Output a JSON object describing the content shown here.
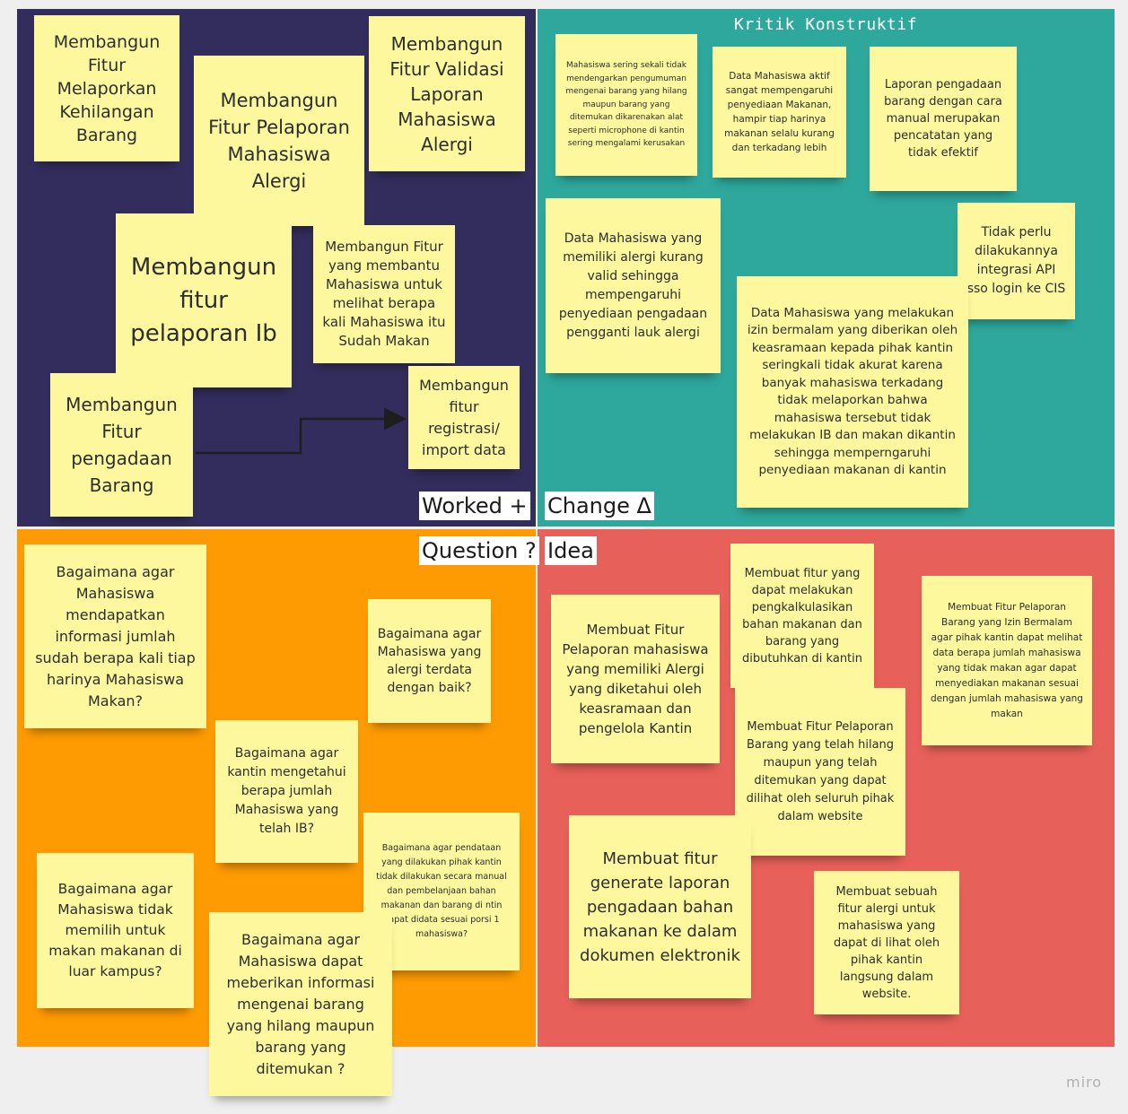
{
  "board": {
    "quadrants": {
      "worked": {
        "label": "Worked  +",
        "color": "#322d5c"
      },
      "change": {
        "label": "Change Δ",
        "title": "Kritik Konstruktif",
        "color": "#2ea89c"
      },
      "question": {
        "label": "Question ?",
        "color": "#fe9b02"
      },
      "idea": {
        "label": "Idea",
        "color": "#e8605a"
      }
    },
    "note_color": "#fdf79e",
    "watermark": "miro"
  },
  "worked_notes": [
    "Membangun Fitur Melaporkan Kehilangan Barang",
    "Membangun Fitur Pelaporan Mahasiswa Alergi",
    "Membangun Fitur Validasi Laporan Mahasiswa Alergi",
    "Membangun fitur pelaporan Ib",
    "Membangun Fitur yang membantu Mahasiswa untuk melihat berapa kali Mahasiswa itu Sudah Makan",
    "Membangun Fitur pengadaan Barang",
    "Membangun fitur registrasi/ import data"
  ],
  "change_notes": [
    "Mahasiswa sering sekali tidak mendengarkan pengumuman mengenai barang yang hilang maupun barang yang ditemukan dikarenakan alat seperti microphone di kantin sering mengalami kerusakan",
    "Data Mahasiswa aktif sangat mempengaruhi penyediaan Makanan, hampir tiap harinya makanan selalu kurang dan terkadang lebih",
    "Laporan pengadaan barang dengan cara manual merupakan pencatatan yang tidak efektif",
    "Data Mahasiswa yang memiliki alergi kurang valid sehingga mempengaruhi penyediaan pengadaan pengganti lauk alergi",
    "Tidak perlu dilakukannya integrasi API sso login ke CIS",
    "Data Mahasiswa yang melakukan izin bermalam yang diberikan oleh keasramaan kepada pihak kantin seringkali tidak akurat karena banyak mahasiswa terkadang tidak melaporkan bahwa mahasiswa tersebut tidak melakukan IB dan makan dikantin sehingga memperngaruhi penyediaan makanan di kantin"
  ],
  "question_notes": [
    "Bagaimana agar Mahasiswa mendapatkan informasi jumlah sudah berapa kali tiap harinya Mahasiswa  Makan?",
    "Bagaimana agar Mahasiswa yang alergi terdata dengan baik?",
    "Bagaimana agar kantin mengetahui berapa jumlah Mahasiswa yang telah IB?",
    "Bagaimana agar pendataan yang dilakukan pihak kantin tidak dilakukan secara manual dan pembelanjaan bahan makanan dan barang di ntin dapat didata sesuai porsi 1 mahasiswa?",
    "Bagaimana agar Mahasiswa tidak memilih untuk makan makanan di luar kampus?",
    "Bagaimana agar Mahasiswa dapat meberikan informasi mengenai barang yang hilang maupun barang yang ditemukan ?"
  ],
  "idea_notes": [
    "Membuat Fitur Pelaporan mahasiswa yang memiliki Alergi yang diketahui oleh keasramaan dan pengelola Kantin",
    "Membuat fitur yang dapat melakukan pengkalkulasikan bahan makanan dan barang yang dibutuhkan di kantin",
    "Membuat Fitur Pelaporan Barang yang Izin Bermalam agar pihak kantin dapat melihat data berapa jumlah mahasiswa yang tidak makan agar dapat menyediakan makanan sesuai dengan jumlah mahasiswa yang makan",
    "Membuat Fitur Pelaporan Barang yang telah hilang maupun yang telah ditemukan yang dapat dilihat oleh seluruh pihak dalam website",
    "Membuat fitur generate laporan pengadaan bahan makanan ke dalam dokumen elektronik",
    "Membuat sebuah fitur alergi untuk mahasiswa yang dapat di lihat oleh pihak kantin langsung dalam website."
  ]
}
